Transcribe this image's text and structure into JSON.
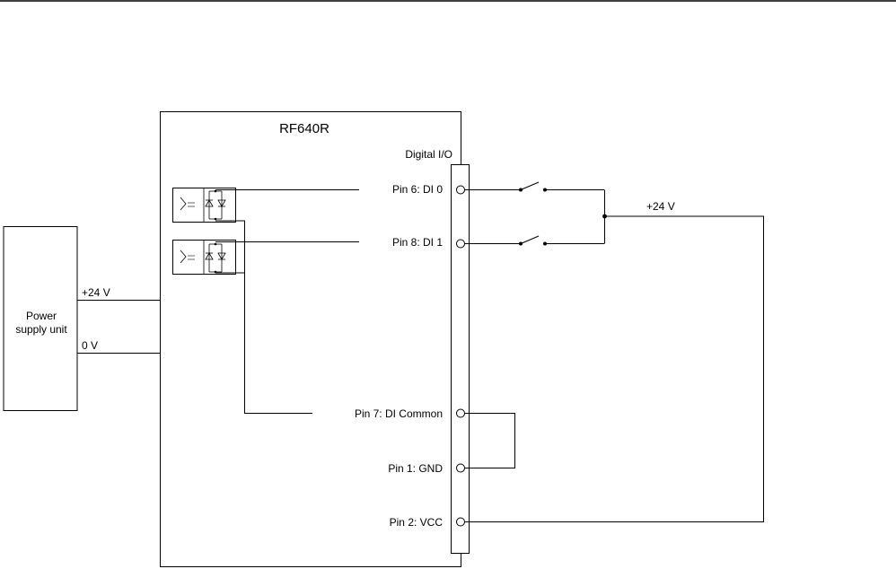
{
  "diagram": {
    "device_title": "RF640R",
    "io_header": "Digital I/O",
    "power_supply": {
      "line1": "Power",
      "line2": "supply unit"
    },
    "supply_labels": {
      "plus": "+24 V",
      "zero": "0 V"
    },
    "external_supply_label": "+24 V",
    "pins": [
      {
        "label": "Pin 6: DI 0"
      },
      {
        "label": "Pin 8: DI 1"
      },
      {
        "label": "Pin 7: DI Common"
      },
      {
        "label": "Pin 1: GND"
      },
      {
        "label": "Pin 2: VCC"
      }
    ]
  }
}
